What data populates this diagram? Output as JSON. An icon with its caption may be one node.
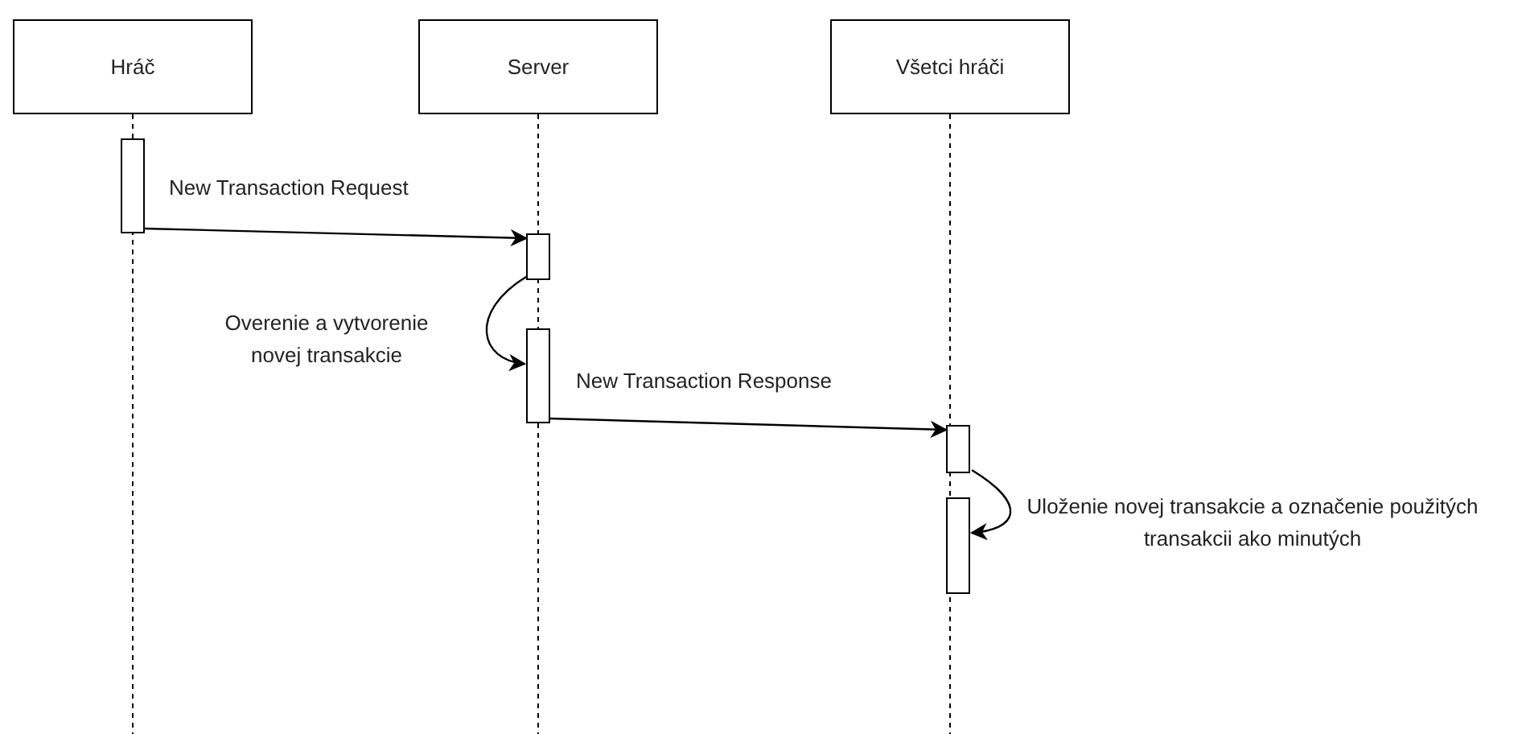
{
  "diagram": {
    "nodes": [
      {
        "text": [
          "Hráč"
        ]
      },
      {
        "text": [
          "Server"
        ]
      },
      {
        "text": [
          "Všetci hráči"
        ]
      },
      {
        "text": [],
        "shape": "bar"
      },
      {
        "text": [],
        "shape": "bar"
      },
      {
        "text": [],
        "shape": "bar"
      },
      {
        "text": [],
        "shape": "bar"
      },
      {
        "text": [],
        "shape": "bar"
      }
    ],
    "edges": [
      {
        "from": 3,
        "to": 4,
        "arrow": "to",
        "label": "New Transaction Request"
      },
      {
        "from": 4,
        "to": 5,
        "arrow": "to",
        "label": "Overenie a vytvorenie novej transakcie"
      },
      {
        "from": 5,
        "to": 6,
        "arrow": "to",
        "label": "New Transaction Response"
      },
      {
        "from": 6,
        "to": 7,
        "arrow": "to",
        "label": "Uloženie novej transakcie a označenie použitých transakcii ako minutých"
      }
    ]
  }
}
